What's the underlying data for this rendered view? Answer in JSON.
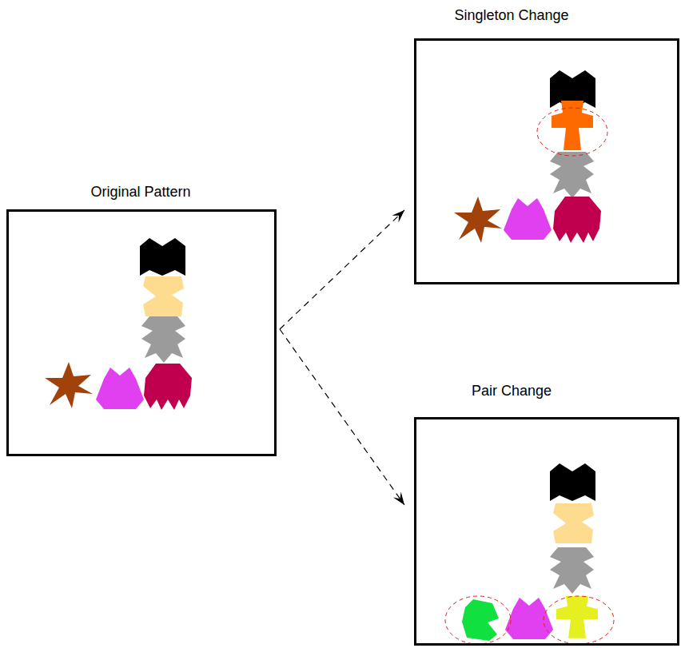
{
  "diagram": {
    "nodes": [
      {
        "text": [
          "Original Pattern"
        ]
      },
      {
        "text": [
          "Singleton Change"
        ]
      },
      {
        "text": [
          "Pair Change"
        ]
      }
    ],
    "edges": [
      {
        "from": 0,
        "to": 1,
        "arrow": "to"
      },
      {
        "from": 0,
        "to": 2,
        "arrow": "to"
      }
    ]
  }
}
